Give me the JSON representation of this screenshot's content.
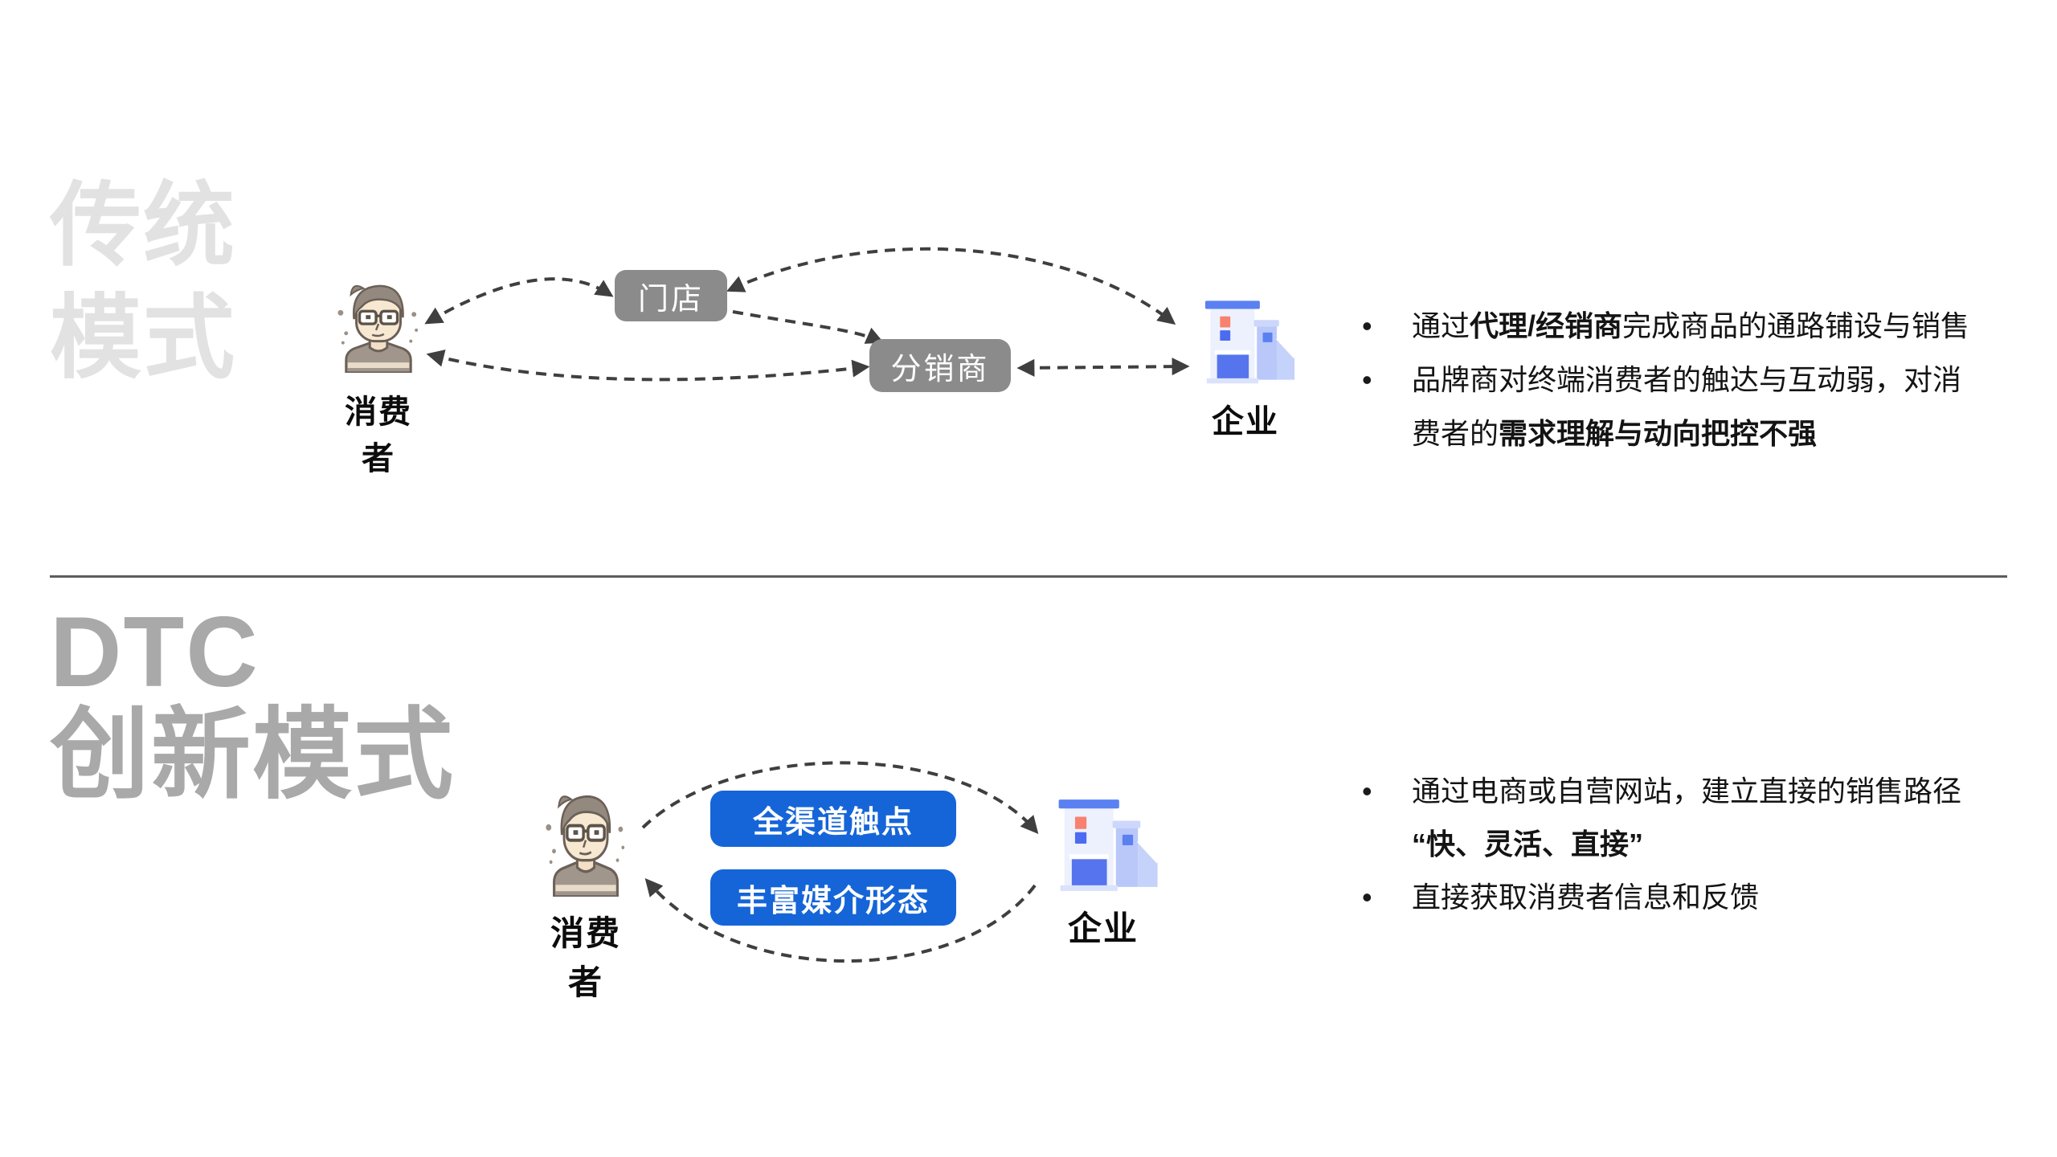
{
  "bullet_char": "•",
  "colors": {
    "background": "#ffffff",
    "watermark_traditional": "#e2e2e2",
    "watermark_dtc": "#a9a9a9",
    "node_box_gray": "#8b8b8b",
    "pill_blue": "#1565d8",
    "arrow_gray": "#3f3f3f",
    "divider_gray": "#5c5c5c",
    "text_black": "#141414",
    "building_roof_blue": "#5b80f2",
    "building_window_red": "#f8816f",
    "building_door_blue": "#5674ee",
    "building_annex_blue": "#b9c8f9"
  },
  "traditional": {
    "title_line1": "传统",
    "title_line2": "模式",
    "consumer_label": "消费者",
    "store_label": "门店",
    "distributor_label": "分销商",
    "enterprise_label": "企业",
    "bullets": [
      {
        "pre": "通过",
        "bold": "代理/经销商",
        "post": "完成商品的通路铺设与销售"
      },
      {
        "pre": "品牌商对终端消费者的触达与互动弱，对消\n费者的",
        "bold": "需求理解与动向把控不强",
        "post": ""
      }
    ]
  },
  "dtc": {
    "title_line1": "DTC",
    "title_line2": "创新模式",
    "consumer_label": "消费者",
    "enterprise_label": "企业",
    "channel_button_label": "全渠道触点",
    "media_button_label": "丰富媒介形态",
    "bullets": [
      {
        "pre": "通过电商或自营网站，建立直接的销售路径\n",
        "bold": "“快、灵活、直接”",
        "post": ""
      },
      {
        "pre": "直接获取消费者信息和反馈",
        "bold": "",
        "post": ""
      }
    ]
  }
}
